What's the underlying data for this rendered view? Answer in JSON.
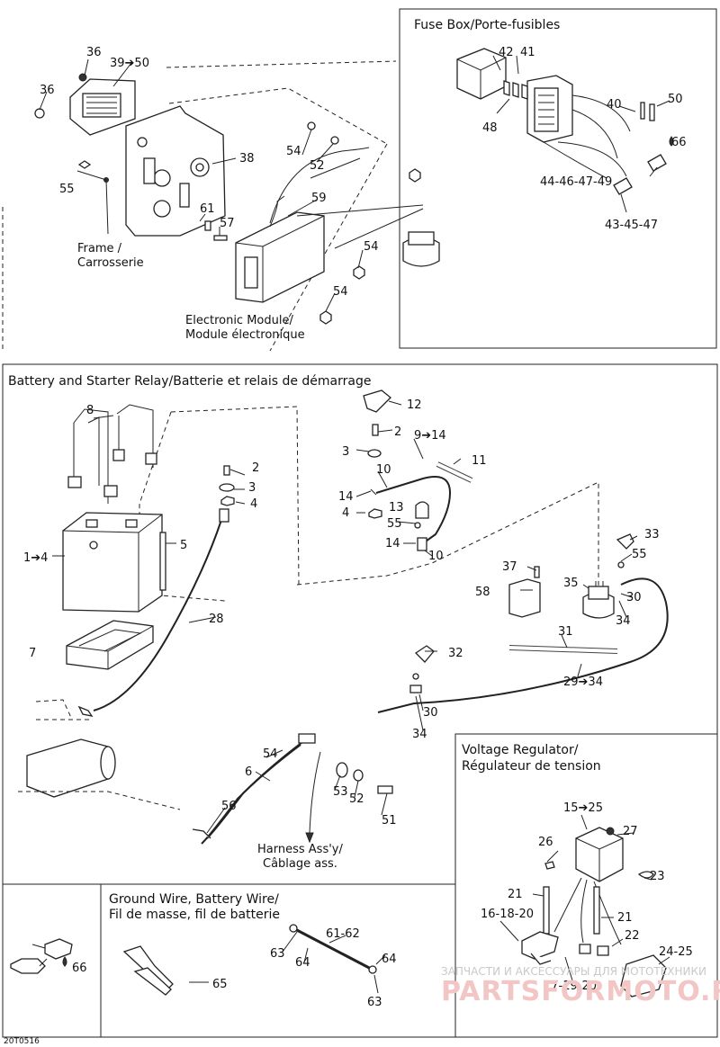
{
  "sections": {
    "fuse_box": "Fuse Box/Porte-fusibles",
    "battery": "Battery and Starter Relay/Batterie et relais de démarrage",
    "regulator_l1": "Voltage Regulator/",
    "regulator_l2": "Régulateur de tension",
    "ground_l1": "Ground Wire, Battery Wire/",
    "ground_l2": "Fil de masse, fil de batterie"
  },
  "callouts": {
    "frame_l1": "Frame /",
    "frame_l2": "Carrosserie",
    "module_l1": "Electronic Module/",
    "module_l2": "Module électronique",
    "harness_l1": "Harness Ass'y/",
    "harness_l2": "Câblage ass."
  },
  "part_numbers": {
    "p36a": "36",
    "p36b": "36",
    "p39_50": "39➔50",
    "p38": "38",
    "p55a": "55",
    "p54a": "54",
    "p52a": "52",
    "p59": "59",
    "p61a": "61",
    "p57": "57",
    "p54b": "54",
    "p54c": "54",
    "p42": "42",
    "p41": "41",
    "p48": "48",
    "p40": "40",
    "p50": "50",
    "p66a": "66",
    "p44_49": "44-46-47-49",
    "p43_47": "43-45-47",
    "p8": "8",
    "p2a": "2",
    "p3a": "3",
    "p4a": "4",
    "p1_4": "1➔4",
    "p5": "5",
    "p28": "28",
    "p7": "7",
    "p12": "12",
    "p2b": "2",
    "p3b": "3",
    "p9_14": "9➔14",
    "p11": "11",
    "p10a": "10",
    "p14a": "14",
    "p13": "13",
    "p4b": "4",
    "p55b": "55",
    "p14b": "14",
    "p10b": "10",
    "p33": "33",
    "p55c": "55",
    "p37": "37",
    "p58": "58",
    "p35": "35",
    "p30a": "30",
    "p34a": "34",
    "p31": "31",
    "p32": "32",
    "p29_34": "29➔34",
    "p30b": "30",
    "p34b": "34",
    "p54d": "54",
    "p6": "6",
    "p53": "53",
    "p52b": "52",
    "p51": "51",
    "p56": "56",
    "p15_25": "15➔25",
    "p27": "27",
    "p26": "26",
    "p23": "23",
    "p21a": "21",
    "p16_20": "16-18-20",
    "p21b": "21",
    "p22": "22",
    "p24_25": "24-25",
    "p17_20": "17-19-20",
    "p66b": "66",
    "p61_62": "61-62",
    "p63a": "63",
    "p64a": "64",
    "p64b": "64",
    "p65": "65",
    "p63b": "63"
  },
  "footer": {
    "code": "20T0516"
  },
  "watermark": {
    "line1": "ЗАПЧАСТИ И АКСЕССУАРЫ ДЛЯ МОТОТЕХНИКИ",
    "line2": "PARTSFORMOTO.RU"
  }
}
